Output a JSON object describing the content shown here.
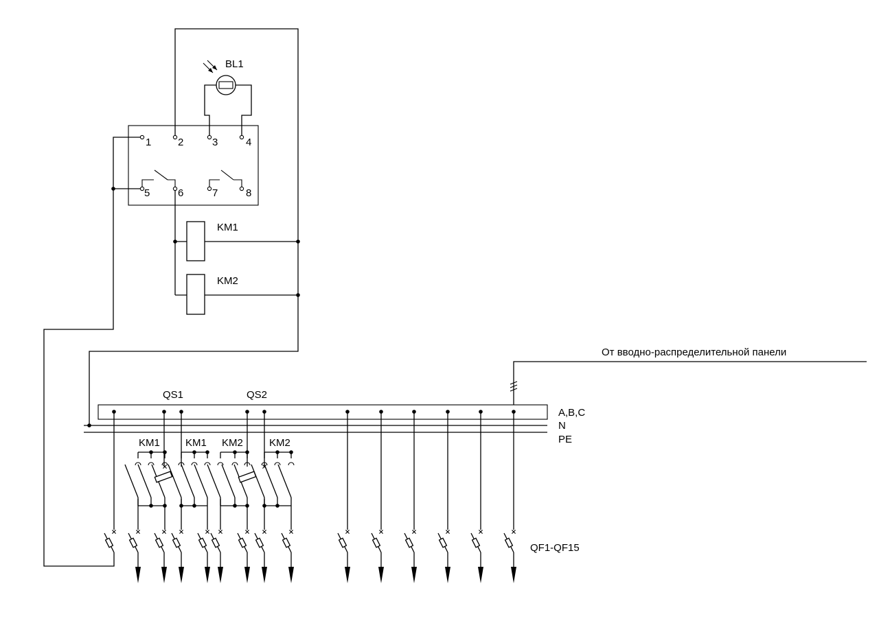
{
  "labels": {
    "sensor": "BL1",
    "contactor1": "KM1",
    "contactor2": "KM2",
    "switch1": "QS1",
    "switch2": "QS2",
    "source": "От вводно-распределительной панели",
    "bus_abc": "A,B,C",
    "bus_n": "N",
    "bus_pe": "PE",
    "breakers": "QF1-QF15"
  },
  "relay_terminals": [
    "1",
    "2",
    "3",
    "4",
    "5",
    "6",
    "7",
    "8"
  ],
  "contact_labels": [
    "KM1",
    "KM1",
    "KM2",
    "KM2"
  ]
}
